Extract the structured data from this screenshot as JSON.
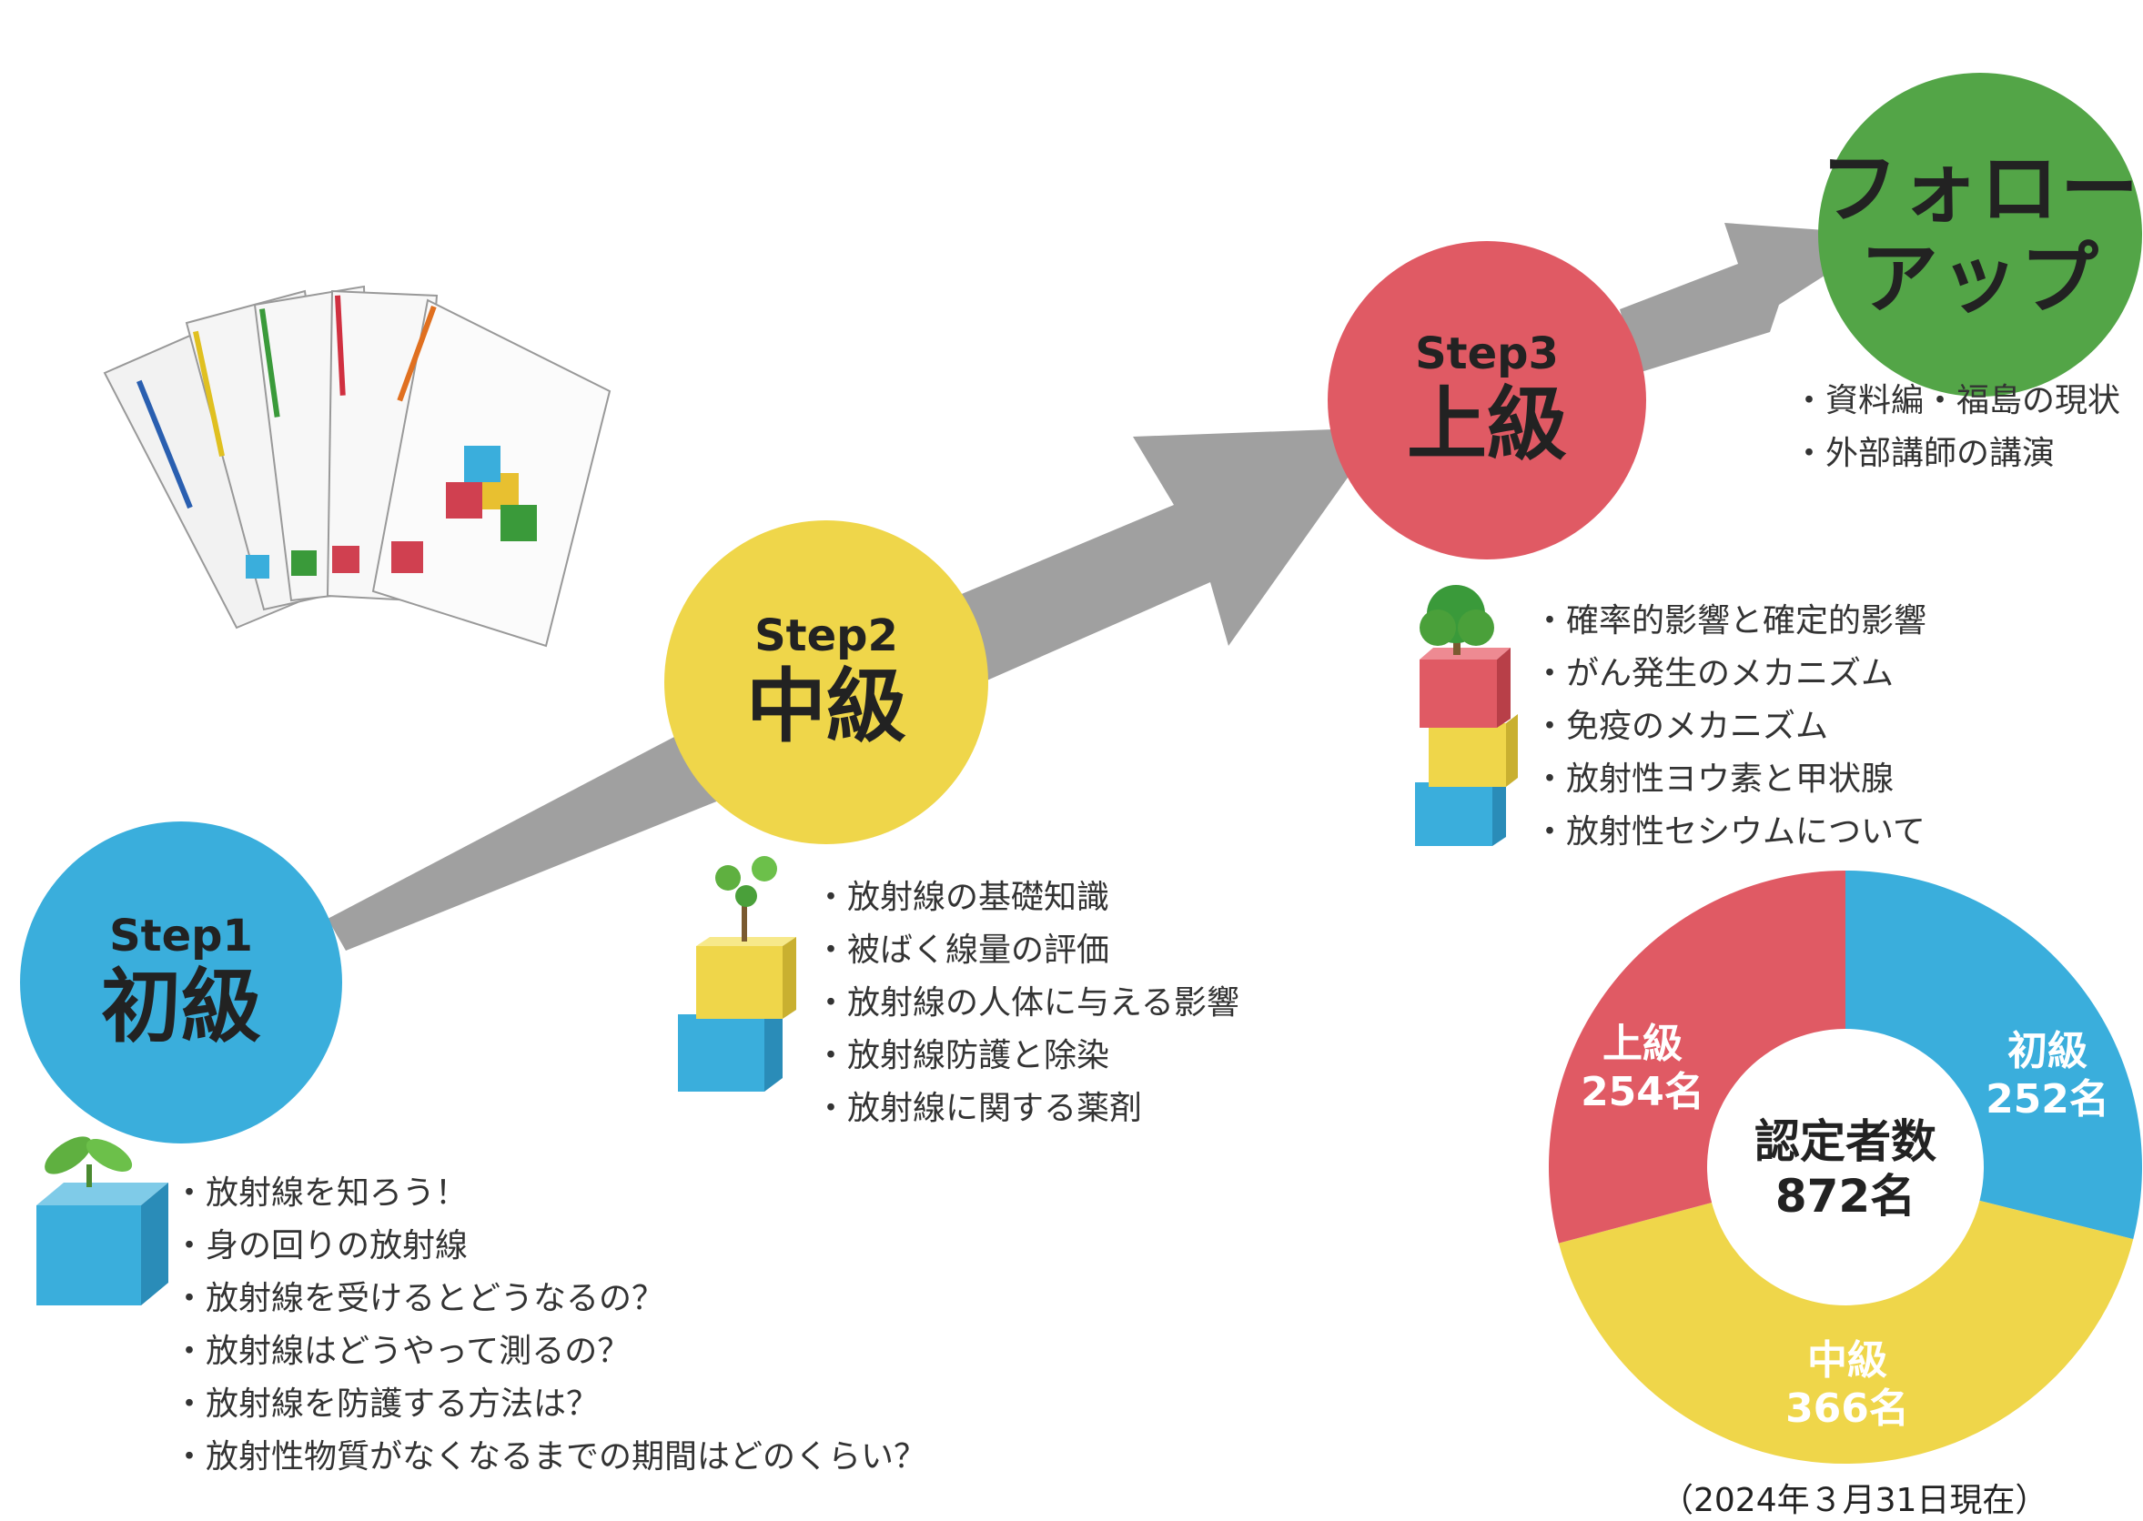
{
  "steps": {
    "step1": {
      "step": "Step1",
      "level": "初級",
      "color": "#3aaedc"
    },
    "step2": {
      "step": "Step2",
      "level": "中級",
      "color": "#efd64a"
    },
    "step3": {
      "step": "Step3",
      "level": "上級",
      "color": "#e05a64"
    },
    "followup": {
      "line1": "フォロー",
      "line2": "アップ",
      "color": "#53a547"
    }
  },
  "topics": {
    "step1": [
      "放射線を知ろう！",
      "身の回りの放射線",
      "放射線を受けるとどうなるの？",
      "放射線はどうやって測るの？",
      "放射線を防護する方法は？",
      "放射性物質がなくなるまでの期間はどのくらい？"
    ],
    "step2": [
      "放射線の基礎知識",
      "被ばく線量の評価",
      "放射線の人体に与える影響",
      "放射線防護と除染",
      "放射線に関する薬剤"
    ],
    "step3": [
      "確率的影響と確定的影響",
      "がん発生のメカニズム",
      "免疫のメカニズム",
      "放射性ヨウ素と甲状腺",
      "放射性セシウムについて"
    ],
    "followup": [
      "資料編・福島の現状",
      "外部講師の講演"
    ]
  },
  "chart_data": {
    "type": "pie",
    "style": "donut",
    "center_label": {
      "line1": "認定者数",
      "line2": "872名"
    },
    "slices": [
      {
        "name": "初級",
        "value": 252,
        "label": "252名",
        "color": "#3aaedc"
      },
      {
        "name": "中級",
        "value": 366,
        "label": "366名",
        "color": "#efd64a"
      },
      {
        "name": "上級",
        "value": 254,
        "label": "254名",
        "color": "#e05a64"
      }
    ],
    "total": 872,
    "note": "（2024年３月31日現在）"
  },
  "arrow_color": "#a0a0a0"
}
